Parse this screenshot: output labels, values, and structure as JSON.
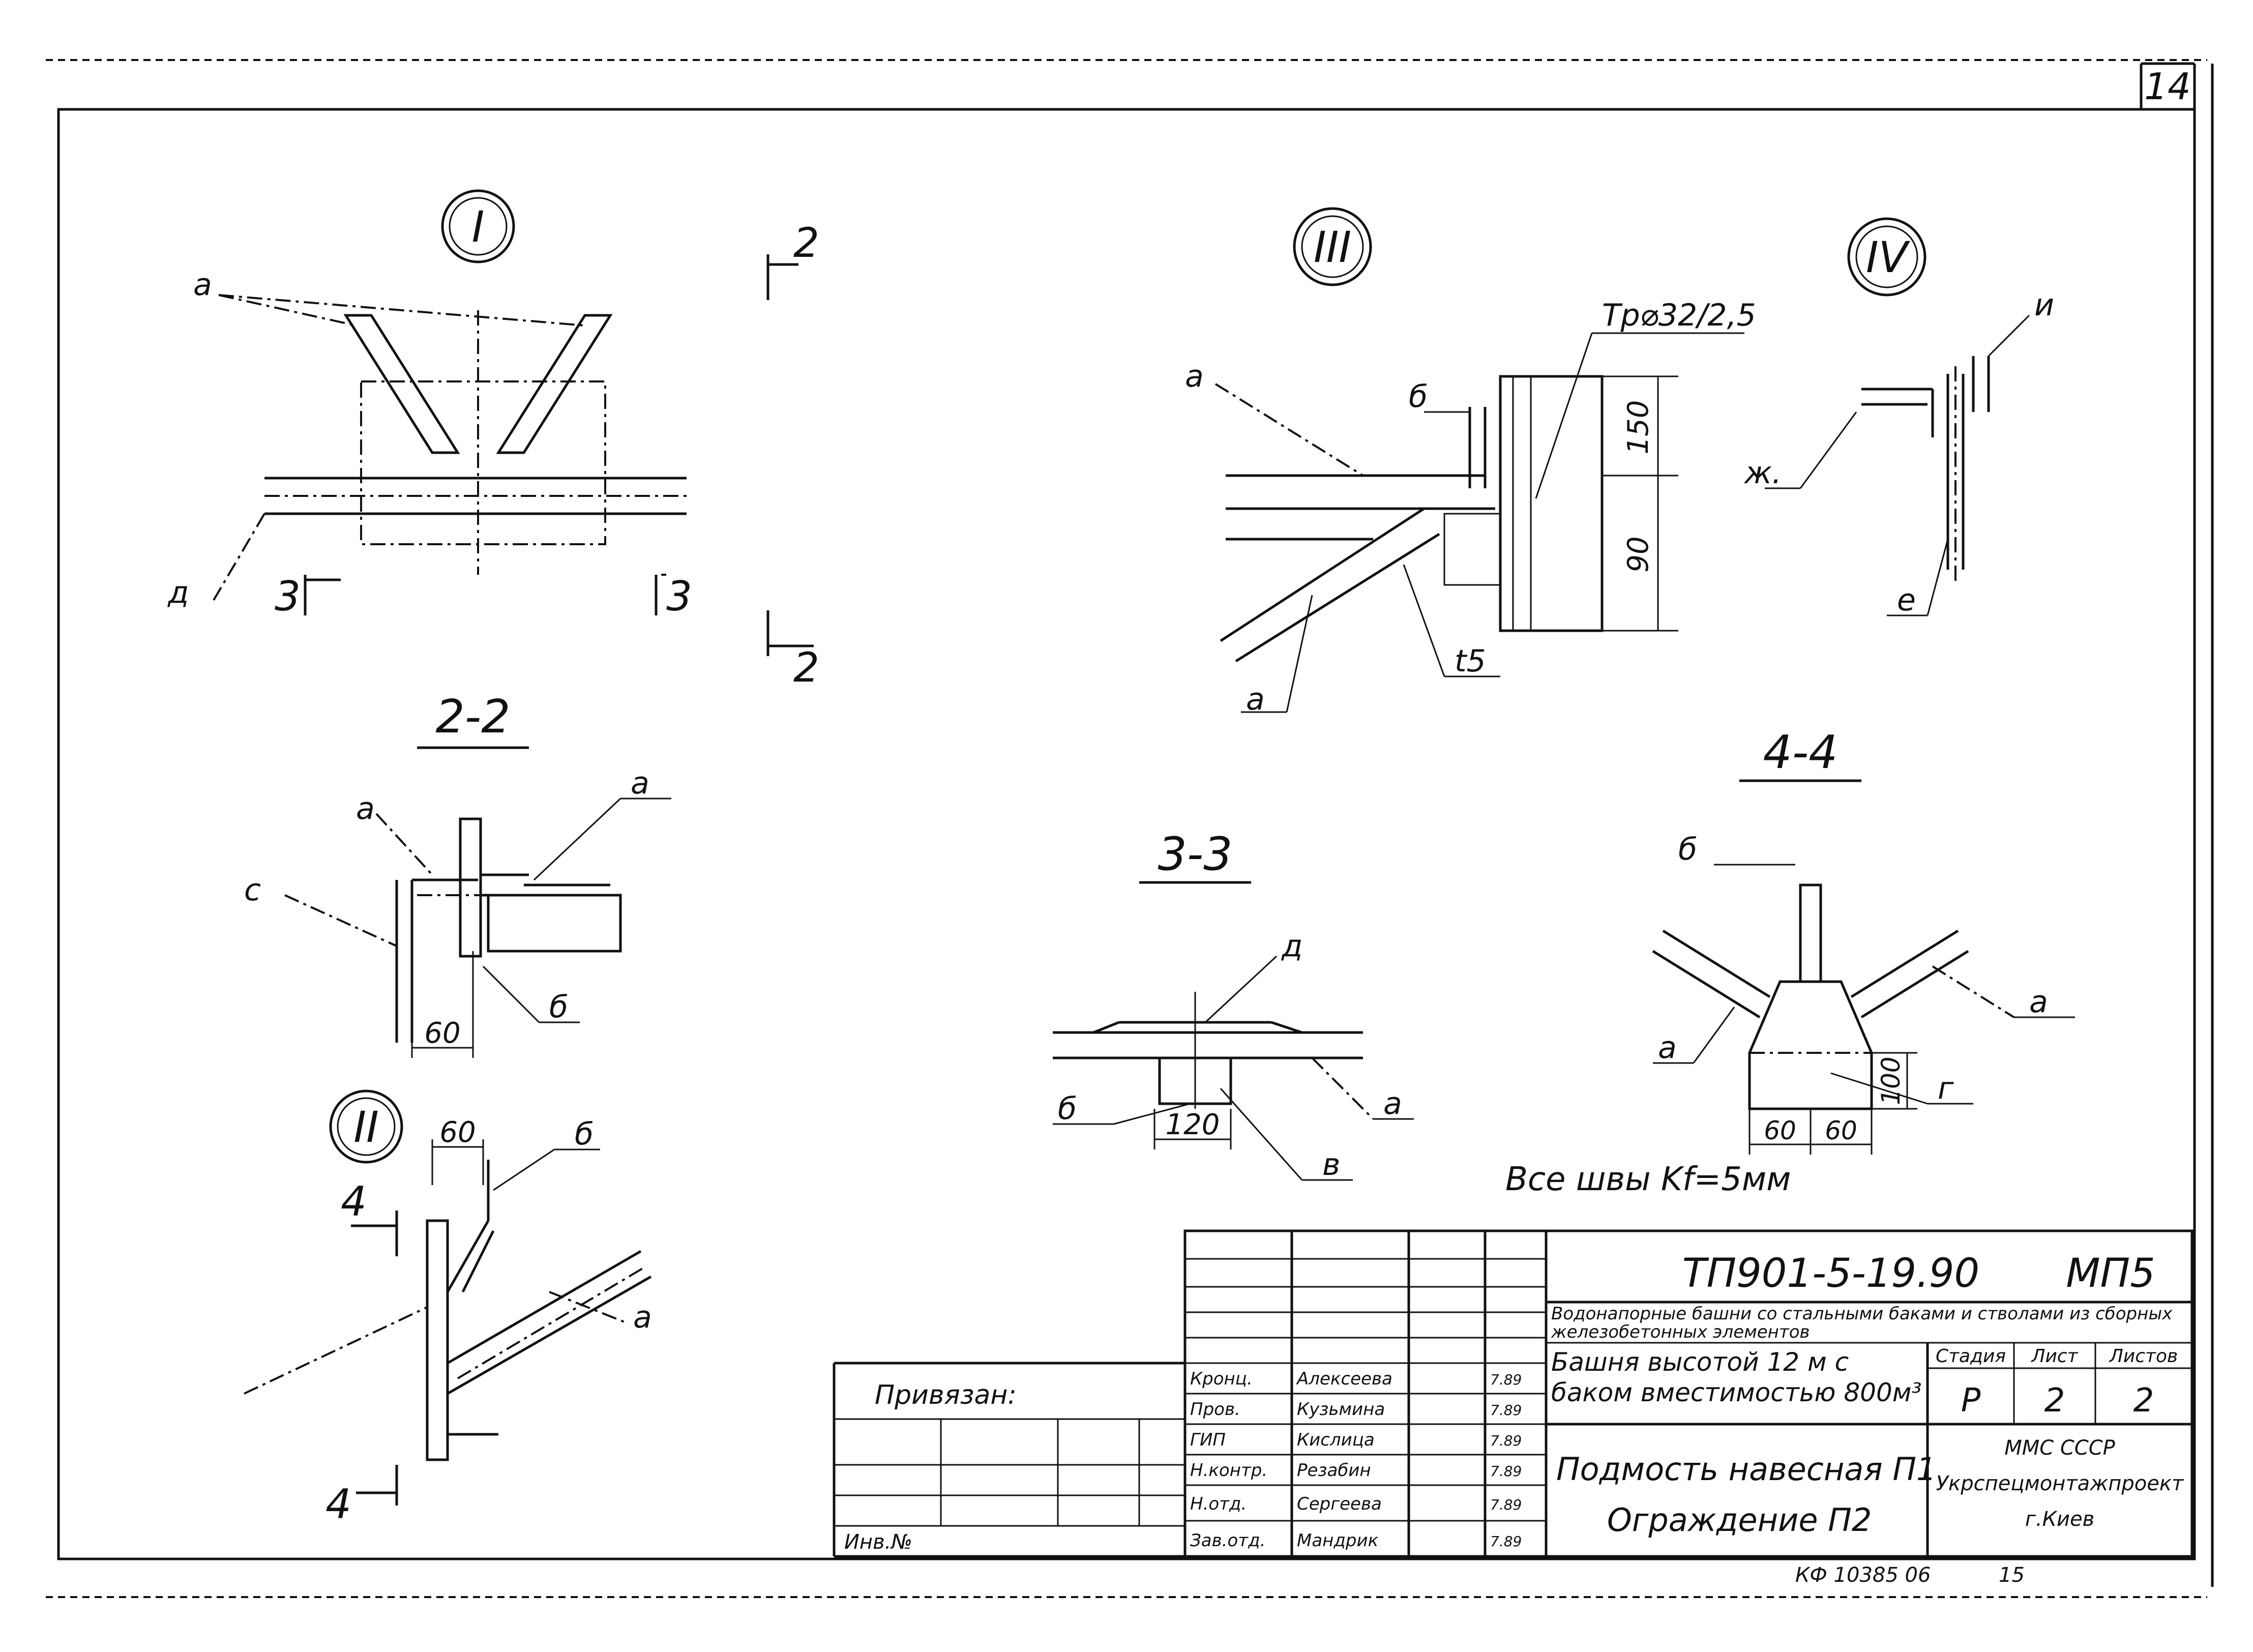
{
  "sheet": {
    "number": "14"
  },
  "views": {
    "v1": {
      "circle": "I",
      "labels": [
        "a",
        "д",
        "3",
        "3",
        "2",
        "2"
      ]
    },
    "v2": {
      "circle": "II",
      "labels": [
        "60",
        "б",
        "4",
        "4",
        "а"
      ]
    },
    "v3": {
      "circle": "III",
      "labels": [
        "Тр⌀32/2,5",
        "а",
        "б",
        "а",
        "150",
        "90",
        "t5"
      ]
    },
    "v4": {
      "circle": "IV",
      "labels": [
        "и",
        "ж.",
        "е"
      ]
    },
    "s22": {
      "title": "2-2",
      "labels": [
        "а",
        "а",
        "с",
        "б",
        "60"
      ]
    },
    "s33": {
      "title": "3-3",
      "labels": [
        "д",
        "б",
        "а",
        "в",
        "120"
      ]
    },
    "s44": {
      "title": "4-4",
      "labels": [
        "б",
        "а",
        "а",
        "г",
        "100",
        "60",
        "60"
      ]
    }
  },
  "note": "Все швы Kf=5мм",
  "titleblock": {
    "code": "ТП901-5-19.90",
    "mark": "МП5",
    "project": "Водонапорные башни со стальными баками и стволами из сборных железобетонных элементов",
    "object": "Башня высотой 12 м с баком вместимостью 800м³",
    "stage_head": "Стадия",
    "sheet_head": "Лист",
    "sheets_head": "Листов",
    "stage": "Р",
    "sheet": "2",
    "sheets": "2",
    "sheet_title_1": "Подмость навесная П1",
    "sheet_title_2": "Ограждение П2",
    "org_1": "ММС СССР",
    "org_2": "Укрспецмонтажпроект",
    "org_3": "г.Киев",
    "privyazan": "Привязан:",
    "inv": "Инв.№",
    "roles": [
      "Кронц.",
      "Пров.",
      "ГИП",
      "Н.контр.",
      "Н.отд.",
      "Зав.отд."
    ],
    "names": [
      "Алексеева",
      "Кузьмина",
      "Кислица",
      "Резабин",
      "Сергеева",
      "Мандрик"
    ],
    "dates": [
      "7.89",
      "7.89",
      "7.89",
      "7.89",
      "7.89",
      "7.89"
    ]
  },
  "footer": {
    "code": "КФ 10385 06",
    "num": "15"
  }
}
